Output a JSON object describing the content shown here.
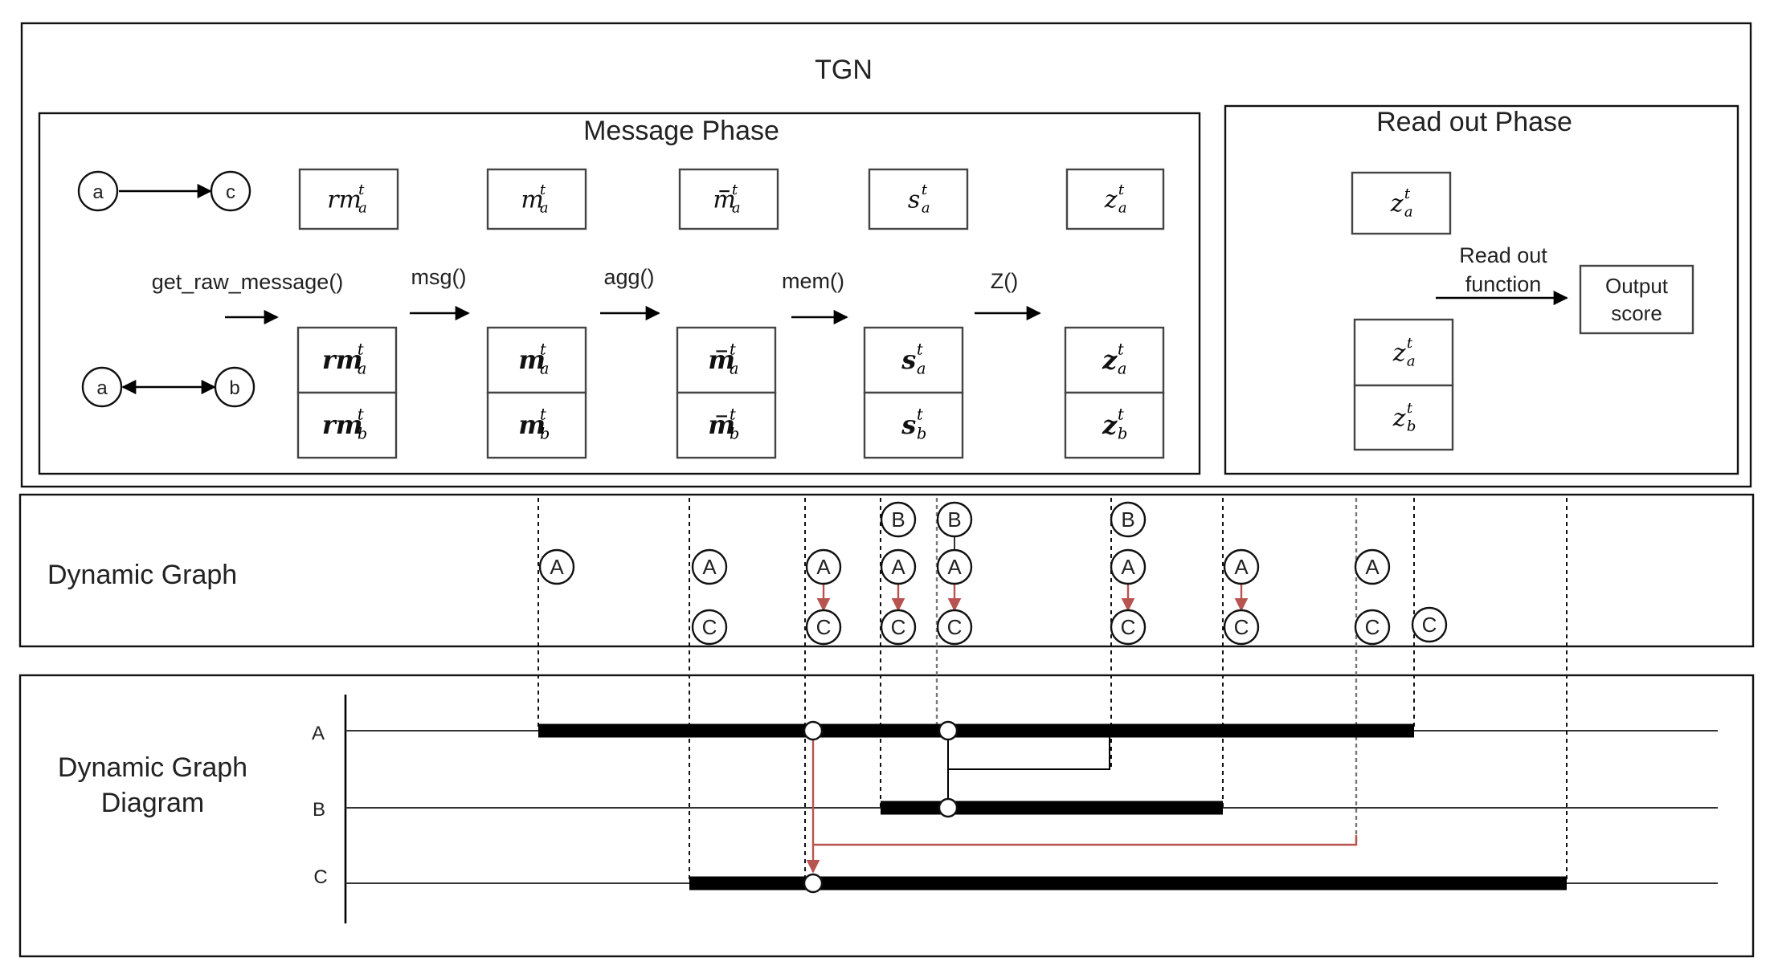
{
  "tgn": {
    "title": "TGN",
    "message_phase": {
      "title": "Message Phase",
      "node_a": "a",
      "node_c": "c",
      "node_b": "b",
      "steps": [
        "get_raw_message()",
        "msg()",
        "agg()",
        "mem()",
        "Z()"
      ],
      "top_row": [
        {
          "base": "rm",
          "bar": false,
          "sup": "t",
          "sub": "a"
        },
        {
          "base": "m",
          "bar": false,
          "sup": "t",
          "sub": "a"
        },
        {
          "base": "m",
          "bar": true,
          "sup": "t",
          "sub": "a"
        },
        {
          "base": "s",
          "bar": false,
          "sup": "t",
          "sub": "a"
        },
        {
          "base": "z",
          "bar": false,
          "sup": "t",
          "sub": "a"
        }
      ],
      "stacked": [
        [
          {
            "base": "rm",
            "bar": false,
            "sup": "t",
            "sub": "a"
          },
          {
            "base": "rm",
            "bar": false,
            "sup": "t",
            "sub": "b"
          }
        ],
        [
          {
            "base": "m",
            "bar": false,
            "sup": "t",
            "sub": "a"
          },
          {
            "base": "m",
            "bar": false,
            "sup": "t",
            "sub": "b"
          }
        ],
        [
          {
            "base": "m",
            "bar": true,
            "sup": "t",
            "sub": "a"
          },
          {
            "base": "m",
            "bar": true,
            "sup": "t",
            "sub": "b"
          }
        ],
        [
          {
            "base": "s",
            "bar": false,
            "sup": "t",
            "sub": "a"
          },
          {
            "base": "s",
            "bar": false,
            "sup": "t",
            "sub": "b"
          }
        ],
        [
          {
            "base": "z",
            "bar": false,
            "sup": "t",
            "sub": "a"
          },
          {
            "base": "z",
            "bar": false,
            "sup": "t",
            "sub": "b"
          }
        ]
      ]
    },
    "readout_phase": {
      "title": "Read out Phase",
      "single": {
        "base": "z",
        "bar": false,
        "sup": "t",
        "sub": "a"
      },
      "stacked": [
        {
          "base": "z",
          "bar": false,
          "sup": "t",
          "sub": "a"
        },
        {
          "base": "z",
          "bar": false,
          "sup": "t",
          "sub": "b"
        }
      ],
      "function_label": [
        "Read out",
        "function"
      ],
      "output_label": [
        "Output",
        "score"
      ]
    }
  },
  "dynamic_graph": {
    "title": "Dynamic Graph",
    "node_labels": {
      "A": "A",
      "B": "B",
      "C": "C"
    },
    "snapshots": [
      {
        "nodes": [
          "A"
        ],
        "edges": []
      },
      {
        "nodes": [
          "A",
          "C"
        ],
        "edges": []
      },
      {
        "nodes": [
          "A",
          "C"
        ],
        "edges": [
          [
            "A",
            "C"
          ]
        ]
      },
      {
        "nodes": [
          "B",
          "A",
          "C"
        ],
        "edges": [
          [
            "A",
            "C"
          ]
        ]
      },
      {
        "nodes": [
          "B",
          "A",
          "C"
        ],
        "edges": [
          [
            "B",
            "A"
          ],
          [
            "A",
            "C"
          ]
        ]
      },
      {
        "nodes": [
          "B",
          "A",
          "C"
        ],
        "edges": [
          [
            "A",
            "C"
          ]
        ]
      },
      {
        "nodes": [
          "A",
          "C"
        ],
        "edges": [
          [
            "A",
            "C"
          ]
        ]
      },
      {
        "nodes": [
          "A",
          "C"
        ],
        "edges": []
      },
      {
        "nodes": [
          "C"
        ],
        "edges": []
      }
    ]
  },
  "diagram": {
    "title_lines": [
      "Dynamic Graph",
      "Diagram"
    ],
    "lanes": [
      "A",
      "B",
      "C"
    ],
    "colors": {
      "interaction": "#b85450",
      "line": "#000000"
    }
  }
}
